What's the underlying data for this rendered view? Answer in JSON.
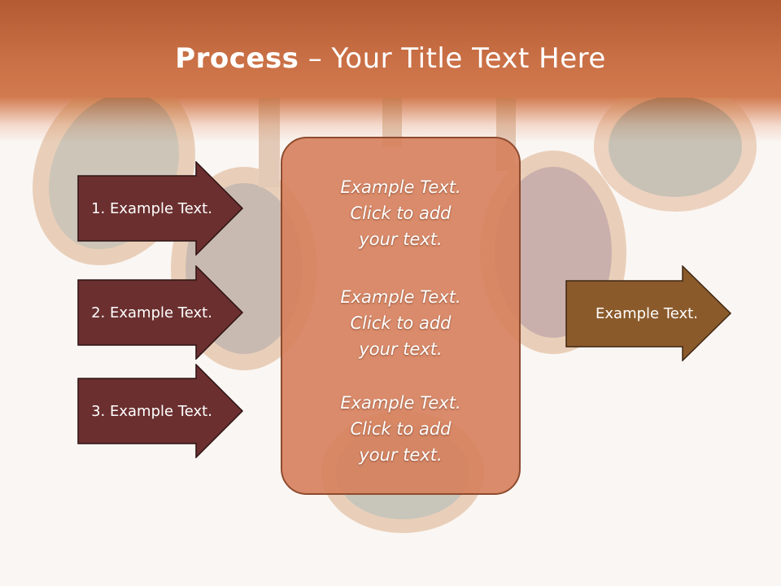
{
  "title": {
    "bold": "Process",
    "rest": " – Your Title Text Here"
  },
  "left_arrows": [
    {
      "label": "1. Example Text."
    },
    {
      "label": "2. Example Text."
    },
    {
      "label": "3. Example Text."
    }
  ],
  "center_items": [
    {
      "line1": "Example Text.",
      "line2": "Click  to add",
      "line3": "your text."
    },
    {
      "line1": "Example Text.",
      "line2": "Click  to add",
      "line3": "your text."
    },
    {
      "line1": "Example Text.",
      "line2": "Click  to add",
      "line3": "your text."
    }
  ],
  "right_arrow": {
    "label": "Example Text."
  },
  "colors": {
    "left_arrow_fill": "#6b2f2f",
    "right_arrow_fill": "#8b5a2b",
    "center_box_fill": "#d6805c",
    "header_fill": "#c96f45"
  }
}
